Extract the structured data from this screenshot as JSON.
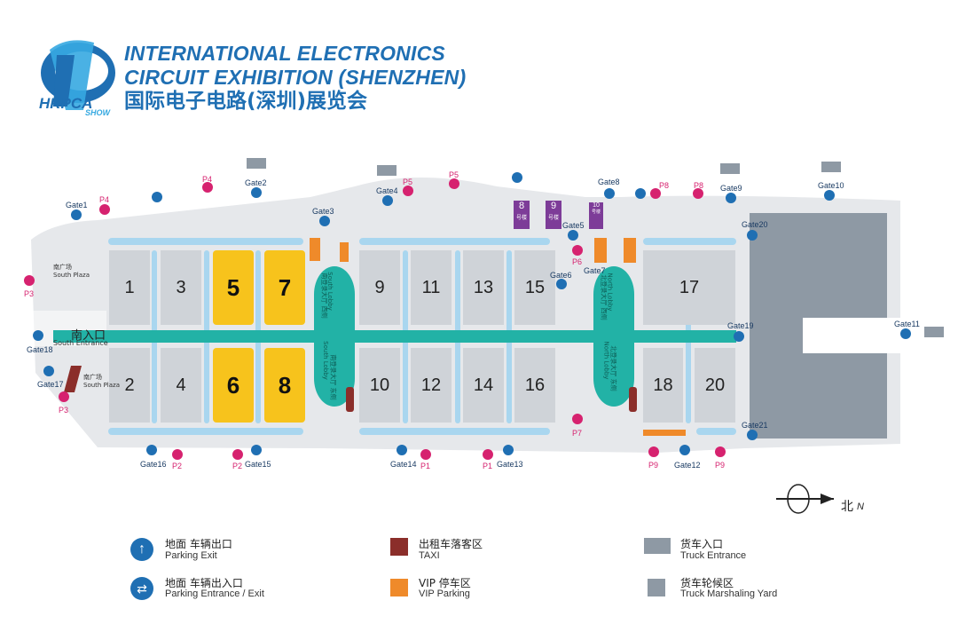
{
  "header": {
    "logo_text": "HKPCA",
    "logo_sub": "SHOW",
    "title_line1": "INTERNATIONAL ELECTRONICS",
    "title_line2": "CIRCUIT EXHIBITION (SHENZHEN)",
    "title_cn": "国际电子电路(深圳)展览会"
  },
  "halls": {
    "h1": "1",
    "h2": "2",
    "h3": "3",
    "h4": "4",
    "h5": "5",
    "h6": "6",
    "h7": "7",
    "h8": "8",
    "h9": "9",
    "h10": "10",
    "h11": "11",
    "h12": "12",
    "h13": "13",
    "h14": "14",
    "h15": "15",
    "h16": "16",
    "h17": "17",
    "h18": "18",
    "h20": "20"
  },
  "buildings": {
    "b8": "8",
    "b9": "9",
    "b10": "10",
    "cn_suffix": "号楼"
  },
  "areas": {
    "south_plaza_cn": "南广场",
    "south_plaza_en": "South Plaza",
    "south_entrance_cn": "南入口",
    "south_entrance_en": "South Entrance",
    "south_lobby_cn_1": "南登录大厅 西侧",
    "south_lobby_en_1": "South Lobby",
    "south_lobby_cn_2": "南登录大厅 东侧",
    "south_lobby_en_2": "South Lobby",
    "north_lobby_cn_1": "北登录大厅 西侧",
    "north_lobby_en_1": "North Lobby",
    "north_lobby_cn_2": "北登录大厅 东侧",
    "north_lobby_en_2": "North Lobby",
    "compass_cn": "北",
    "compass_en": "N"
  },
  "gates": {
    "g1": "Gate1",
    "g2": "Gate2",
    "g3": "Gate3",
    "g4": "Gate4",
    "g5": "Gate5",
    "g6": "Gate6",
    "g7": "Gate7",
    "g8": "Gate8",
    "g9": "Gate9",
    "g10": "Gate10",
    "g11": "Gate11",
    "g12": "Gate12",
    "g13": "Gate13",
    "g14": "Gate14",
    "g15": "Gate15",
    "g16": "Gate16",
    "g17": "Gate17",
    "g18": "Gate18",
    "g19": "Gate19",
    "g20": "Gate20",
    "g21": "Gate21"
  },
  "parking": {
    "p1": "P1",
    "p2": "P2",
    "p3": "P3",
    "p4": "P4",
    "p5": "P5",
    "p6": "P6",
    "p7": "P7",
    "p8": "P8",
    "p9": "P9"
  },
  "legend": {
    "parking_exit_cn": "地面 车辆出口",
    "parking_exit_en": "Parking Exit",
    "parking_ee_cn": "地面 车辆出入口",
    "parking_ee_en": "Parking Entrance / Exit",
    "taxi_cn": "出租车落客区",
    "taxi_en": "TAXI",
    "vip_cn": "VIP 停车区",
    "vip_en": "VIP Parking",
    "truck_entrance_cn": "货车入口",
    "truck_entrance_en": "Truck Entrance",
    "truck_yard_cn": "货车轮候区",
    "truck_yard_en": "Truck Marshaling Yard"
  },
  "colors": {
    "hall": "#cfd3d8",
    "highlight_hall": "#f7c31c",
    "corridor": "#22b2a6",
    "accent_blue": "#1f6fb3",
    "parking_pink": "#d6226f",
    "vip_orange": "#ef8a2a",
    "taxi_brown": "#8b2e2a",
    "truck_yard": "#8e99a4",
    "building_purple": "#7d3c98",
    "walkway": "#a9d6ef"
  }
}
